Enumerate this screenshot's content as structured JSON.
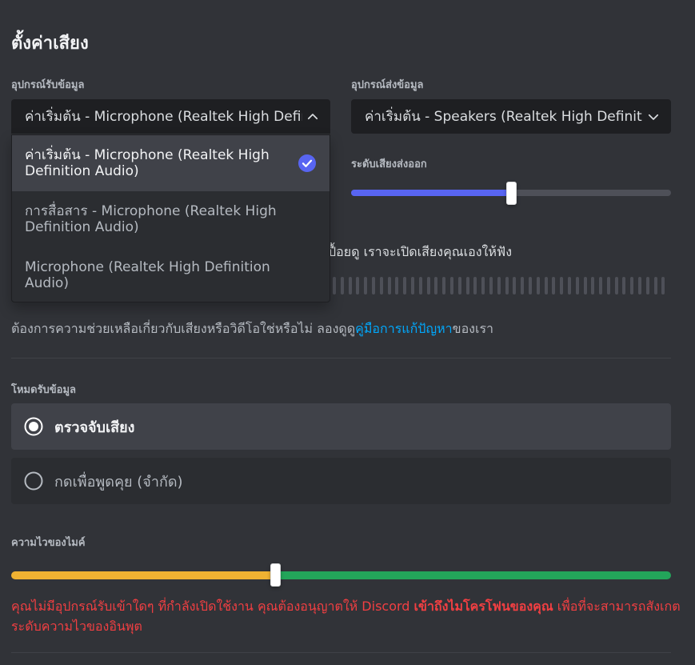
{
  "page": {
    "title": "ตั้งค่าเสียง"
  },
  "input_device": {
    "label": "อุปกรณ์รับข้อมูล",
    "selected": "ค่าเริ่มต้น - Microphone (Realtek High Definition Audio)",
    "options": [
      {
        "label": "ค่าเริ่มต้น - Microphone (Realtek High Definition Audio)",
        "selected": true
      },
      {
        "label": "การสื่อสาร - Microphone (Realtek High Definition Audio)",
        "selected": false
      },
      {
        "label": "Microphone (Realtek High Definition Audio)",
        "selected": false
      }
    ]
  },
  "output_device": {
    "label": "อุปกรณ์ส่งข้อมูล",
    "selected": "ค่าเริ่มต้น - Speakers (Realtek High Definition Audio)"
  },
  "output_volume": {
    "label": "ระดับเสียงส่งออก",
    "value_fraction": 0.5
  },
  "mic_test": {
    "text": "ปื้อยดู เราจะเปิดเสียงคุณเองให้ฟัง"
  },
  "help": {
    "prefix": "ต้องการความช่วยเหลือเกี่ยวกับเสียงหรือวิดีโอใช่หรือไม่ ลองดูดู",
    "link": "คู่มือการแก้ปัญหา",
    "suffix": "ของเรา"
  },
  "input_mode": {
    "label": "โหมดรับข้อมูล",
    "options": [
      {
        "label": "ตรวจจับเสียง",
        "selected": true
      },
      {
        "label": "กดเพื่อพูดคุย (จำกัด)",
        "selected": false
      }
    ]
  },
  "sensitivity": {
    "label": "ความไวของไมค์",
    "value_fraction": 0.4
  },
  "warning": {
    "part1": "คุณไม่มีอุปกรณ์รับเข้าใดๆ ที่กำลังเปิดใช้งาน คุณต้องอนุญาตให้ Discord ",
    "bold": "เข้าถึงไมโครโฟนของคุณ",
    "part2": " เพื่อที่จะสามารถสังเกตระดับความไวของอินพุต"
  },
  "colors": {
    "background": "#313338",
    "accent": "#5865f2",
    "link": "#00a8fc",
    "warning": "#f23f42",
    "sensitivity_low": "#f0b232",
    "sensitivity_high": "#23a55a"
  },
  "icons": {
    "input_chevron": "chevron-up-icon",
    "output_chevron": "chevron-down-icon",
    "selected_check": "check-circle-icon"
  }
}
